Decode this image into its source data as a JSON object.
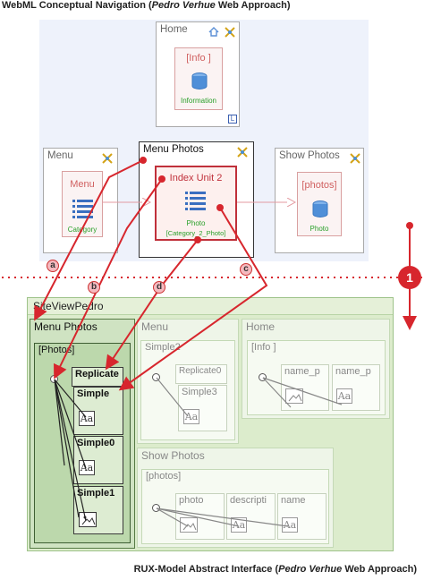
{
  "top_caption": {
    "prefix": "WebML Conceptual Navigation (",
    "name": "Pedro Verhue",
    "suffix": " Web Approach)"
  },
  "bottom_caption": {
    "prefix": "RUX-Model Abstract Interface (",
    "name": "Pedro Verhue",
    "suffix": " Web Approach)"
  },
  "webml": {
    "home": {
      "title": "Home",
      "unit_label": "[Info ]",
      "unit_sub": "Information",
      "corner": "L"
    },
    "menu": {
      "title": "Menu",
      "unit_label": "Menu",
      "unit_sub": "Category"
    },
    "menu_photos": {
      "title": "Menu Photos",
      "unit_label": "Index Unit 2",
      "unit_sub": "Photo",
      "unit_sub2": "[Category_2_Photo]"
    },
    "show_photos": {
      "title": "Show Photos",
      "unit_label": "[photos]",
      "unit_sub": "Photo"
    }
  },
  "badges": {
    "a": "a",
    "b": "b",
    "c": "c",
    "d": "d",
    "one": "1"
  },
  "rux": {
    "title": "SiteViewPedro",
    "menu_photos": {
      "title": "Menu Photos",
      "box": "[Photos]",
      "replicate": "Replicate",
      "simple": "Simple",
      "simple0": "Simple0",
      "simple1": "Simple1",
      "aa": "Aa"
    },
    "menu": {
      "title": "Menu",
      "simple2": "Simple2",
      "replicate0": "Replicate0",
      "simple3": "Simple3",
      "aa": "Aa"
    },
    "home": {
      "title": "Home",
      "info": "[Info ]",
      "name_p1": "name_p",
      "name_p2": "name_p",
      "aa": "Aa"
    },
    "show_photos": {
      "title": "Show Photos",
      "photos": "[photos]",
      "photo": "photo",
      "descripti": "descripti",
      "name": "name",
      "aa1": "Aa",
      "aa2": "Aa"
    }
  },
  "colors": {
    "accent_red": "#d7262d",
    "rux_green": "#dceccc",
    "webml_bg": "#eef2fb"
  }
}
